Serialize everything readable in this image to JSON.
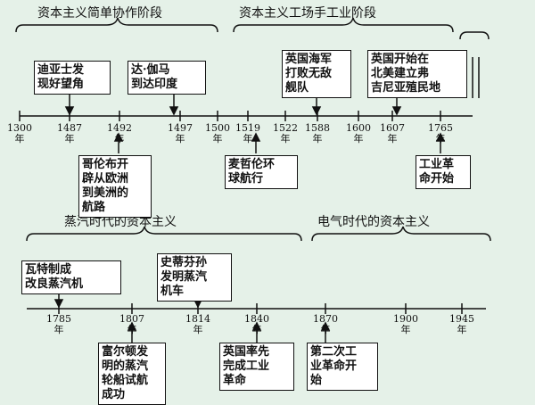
{
  "periods": [
    {
      "label": "资本主义简单协作阶段"
    },
    {
      "label": "资本主义工场手工业阶段"
    },
    {
      "label": "蒸汽时代的资本主义"
    },
    {
      "label": "电气时代的资本主义"
    }
  ],
  "timeline1": {
    "years": [
      "1300\n年",
      "1487\n年",
      "1492\n年",
      "1497\n年",
      "1500\n年",
      "1519\n年",
      "1522\n年",
      "1588\n年",
      "1600\n年",
      "1607\n年",
      "1765\n年"
    ]
  },
  "timeline2": {
    "years": [
      "1785\n年",
      "1807\n年",
      "1814\n年",
      "1840\n年",
      "1870\n年",
      "1900\n年",
      "1945\n年"
    ]
  },
  "events": [
    {
      "text": "迪亚士发\n现好望角"
    },
    {
      "text": "达·伽马\n到达印度"
    },
    {
      "text": "英国海军\n打败无敌\n舰队"
    },
    {
      "text": "英国开始在\n北美建立弗\n吉尼亚殖民地"
    },
    {
      "text": "哥伦布开\n辟从欧洲\n到美洲的\n航路"
    },
    {
      "text": "麦哲伦环\n球航行"
    },
    {
      "text": "工业革\n命开始"
    },
    {
      "text": "瓦特制成\n改良蒸汽机"
    },
    {
      "text": "史蒂芬孙\n发明蒸汽\n机车"
    },
    {
      "text": "富尔顿发\n明的蒸汽\n轮船试航\n成功"
    },
    {
      "text": "英国率先\n完成工业\n革命"
    },
    {
      "text": "第二次工\n业革命开\n始"
    }
  ]
}
